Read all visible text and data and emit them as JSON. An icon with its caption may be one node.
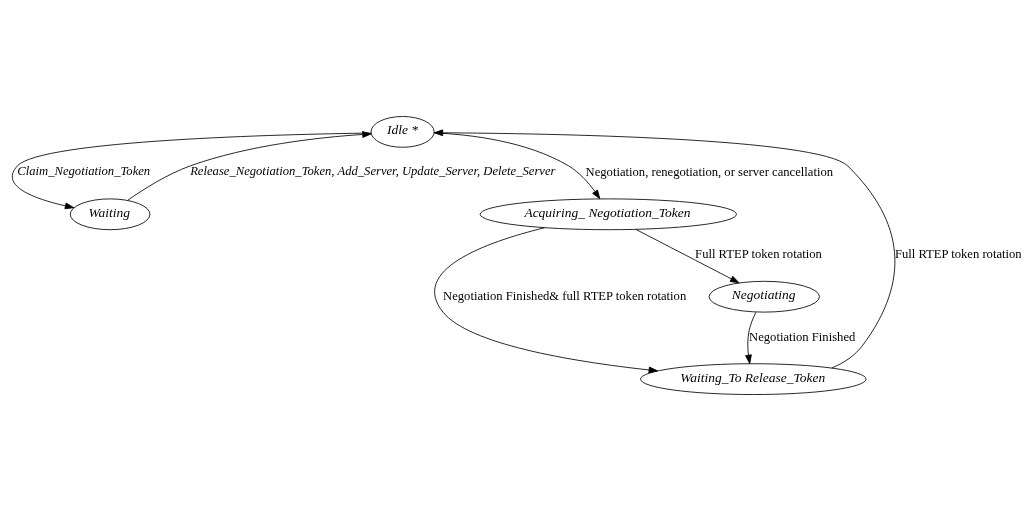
{
  "diagram": {
    "nodes": [
      {
        "text": [
          "Idle *"
        ]
      },
      {
        "text": [
          "Waiting"
        ]
      },
      {
        "text": [
          "Acquiring_ Negotiation_Token"
        ]
      },
      {
        "text": [
          "Waiting_To Release_Token"
        ]
      },
      {
        "text": [
          "Negotiating"
        ]
      }
    ],
    "edges": [
      {
        "from": 1,
        "to": 0,
        "arrow": "to",
        "label": "Release_Negotiation_Token, Add_Server, Update_Server, Delete_Server"
      },
      {
        "from": 0,
        "to": 1,
        "arrow": "to",
        "label": "Claim_Negotiation_Token"
      },
      {
        "from": 0,
        "to": 2,
        "arrow": "to",
        "label": "Negotiation, renegotiation, or server cancellation"
      },
      {
        "from": 3,
        "to": 0,
        "arrow": "to",
        "label": "Full RTEP token rotation"
      },
      {
        "from": 2,
        "to": 3,
        "arrow": "to",
        "label": "Negotiation Finished& full RTEP token rotation"
      },
      {
        "from": 2,
        "to": 4,
        "arrow": "to",
        "label": "Full RTEP token rotation"
      },
      {
        "from": 4,
        "to": 3,
        "arrow": "to",
        "label": "Negotiation Finished"
      }
    ]
  }
}
